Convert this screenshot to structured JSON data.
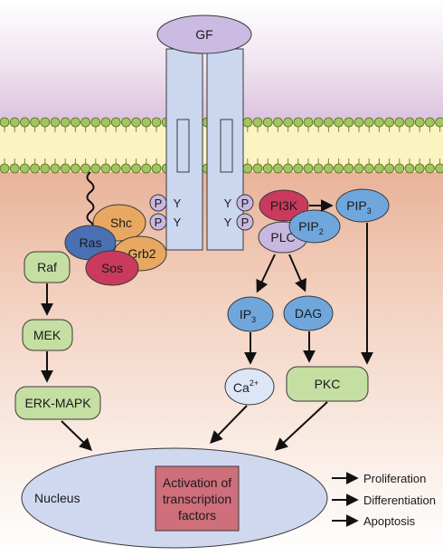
{
  "ligand": "GF",
  "receptor": {
    "left_phospho": [
      "P",
      "P"
    ],
    "left_residue": [
      "Y",
      "Y"
    ],
    "right_residue": [
      "Y",
      "Y"
    ],
    "right_phospho": [
      "P",
      "P"
    ]
  },
  "adaptor_complex": {
    "shc": "Shc",
    "ras": "Ras",
    "grb2": "Grb2",
    "sos": "Sos"
  },
  "mapk_cascade": {
    "raf": "Raf",
    "mek": "MEK",
    "erk": "ERK-MAPK"
  },
  "lipid_pathway": {
    "pi3k": "PI3K",
    "pip2_base": "PIP",
    "pip2_sub": "2",
    "pip3_base": "PIP",
    "pip3_sub": "3",
    "plc": "PLC",
    "ip3_base": "IP",
    "ip3_sub": "3",
    "dag": "DAG",
    "ca_base": "Ca",
    "ca_sup": "2+",
    "pkc": "PKC"
  },
  "nucleus": {
    "label": "Nucleus",
    "box_lines": [
      "Activation of",
      "transcription",
      "factors"
    ]
  },
  "outcomes": [
    "Proliferation",
    "Differentiation",
    "Apoptosis"
  ]
}
